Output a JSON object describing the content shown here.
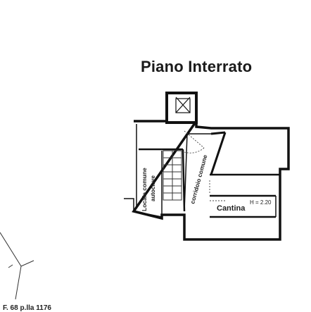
{
  "title": "Piano Interrato",
  "labels": {
    "locale_line1": "Locale comune",
    "locale_line2": "autoclave",
    "corridoio": "corridoio comune",
    "cantina": "Cantina",
    "height": "H = 2.20"
  },
  "footer": "F. 68 p.lla 1176"
}
